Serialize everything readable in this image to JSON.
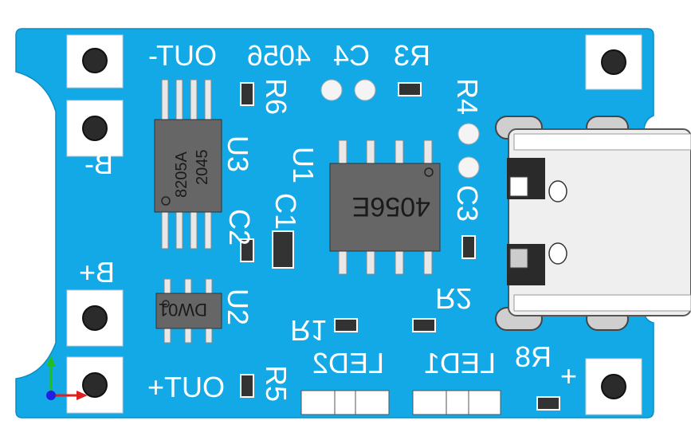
{
  "board": {
    "color": "#12a9e6",
    "solder_mask_text_color": "#ffffff",
    "labels": {
      "out_minus": "OUT-",
      "u_4056": "4056",
      "c4": "C4",
      "r3": "R3",
      "r6": "R6",
      "r4": "R4",
      "u3": "U3",
      "u1": "U1",
      "c1": "C1",
      "c2": "C2",
      "c3": "C3",
      "b_minus": "B-",
      "b_plus": "B+",
      "u2": "U2",
      "r1": "R1",
      "r2": "R2",
      "led2": "LED2",
      "led1": "LED1",
      "out_plus": "OUT+",
      "r5": "R5",
      "r8": "R8",
      "plus": "+"
    }
  },
  "chips": {
    "u3_marking_line1": "8205A",
    "u3_marking_line2": "2045",
    "u2_marking": "DW01",
    "u1_marking": "4056E"
  },
  "connector": {
    "icon": "usb-type-c-receptacle"
  },
  "axis_triad": {
    "icon": "xyz-axis-triad",
    "x_color": "#e02020",
    "y_color": "#20c020",
    "z_color": "#2020e0"
  }
}
